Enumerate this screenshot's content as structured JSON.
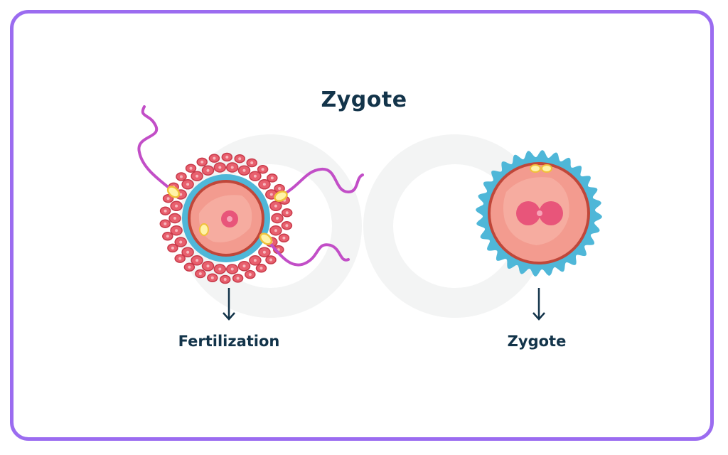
{
  "diagram": {
    "title": "Zygote",
    "stages": [
      {
        "label": "Fertilization"
      },
      {
        "label": "Zygote"
      }
    ]
  },
  "colors": {
    "frame_border": "#9b6cf0",
    "text": "#13344a",
    "follicle_cells": "#e8606e",
    "zona": "#4fb7d8",
    "egg": "#f39b8f",
    "nucleus": "#e8557a",
    "sperm_tail": "#c24ec7",
    "watermark": "#f3f4f4"
  }
}
